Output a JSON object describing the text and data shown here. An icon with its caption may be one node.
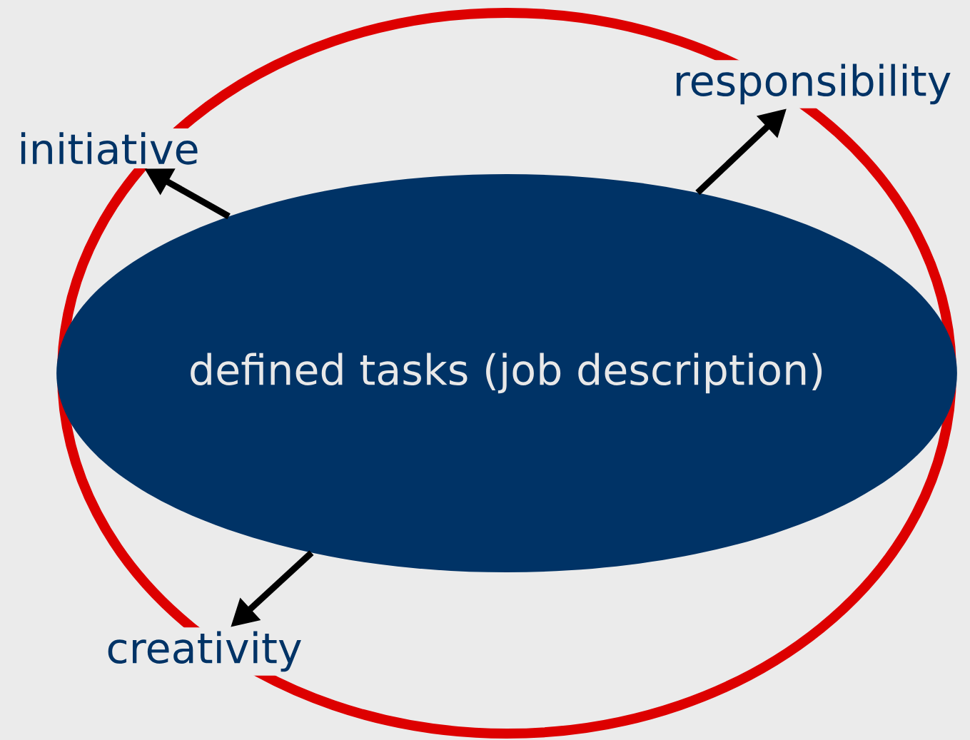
{
  "diagram": {
    "nodes": [
      {
        "text": [
          "defined tasks (job description)"
        ]
      },
      {
        "text": [
          "initiative"
        ]
      },
      {
        "text": [
          "responsibility"
        ]
      },
      {
        "text": [
          "creativity"
        ]
      }
    ],
    "edges": [
      {
        "from": 0,
        "to": 1,
        "arrow": "to"
      },
      {
        "from": 0,
        "to": 2,
        "arrow": "to"
      },
      {
        "from": 0,
        "to": 3,
        "arrow": "to"
      }
    ]
  }
}
